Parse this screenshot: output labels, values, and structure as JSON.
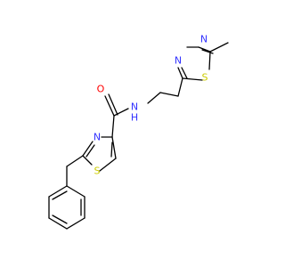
{
  "molecule": {
    "atoms": {
      "o_label": "O",
      "nh_label": "N",
      "h_label": "H",
      "n_thiadiazole_1": "N",
      "n_thiadiazole_2": "N",
      "s_thiadiazole": "S",
      "n_thiazole": "N",
      "s_thiazole": "S"
    },
    "colors": {
      "bond": "#000000",
      "nitrogen": "#3333ff",
      "oxygen": "#ff0000",
      "sulfur": "#cccc00"
    }
  }
}
